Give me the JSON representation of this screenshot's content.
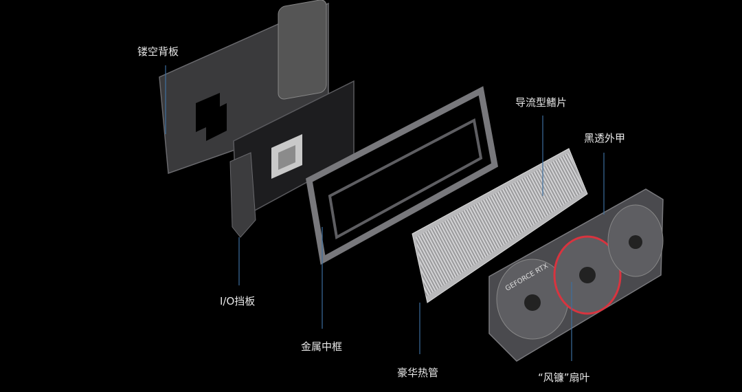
{
  "labels": {
    "backplate": "镂空背板",
    "io_bracket": "I/O挡板",
    "metal_frame": "金属中框",
    "heatpipes": "豪华热管",
    "fins": "导流型鳍片",
    "shroud": "黑透外甲",
    "fan_blades": "“风镰”扇叶"
  },
  "card_text": "GEFORCE RTX",
  "colors": {
    "leader_line": "#3d6f9f",
    "accent_red": "#d8343f",
    "background": "#000000"
  }
}
